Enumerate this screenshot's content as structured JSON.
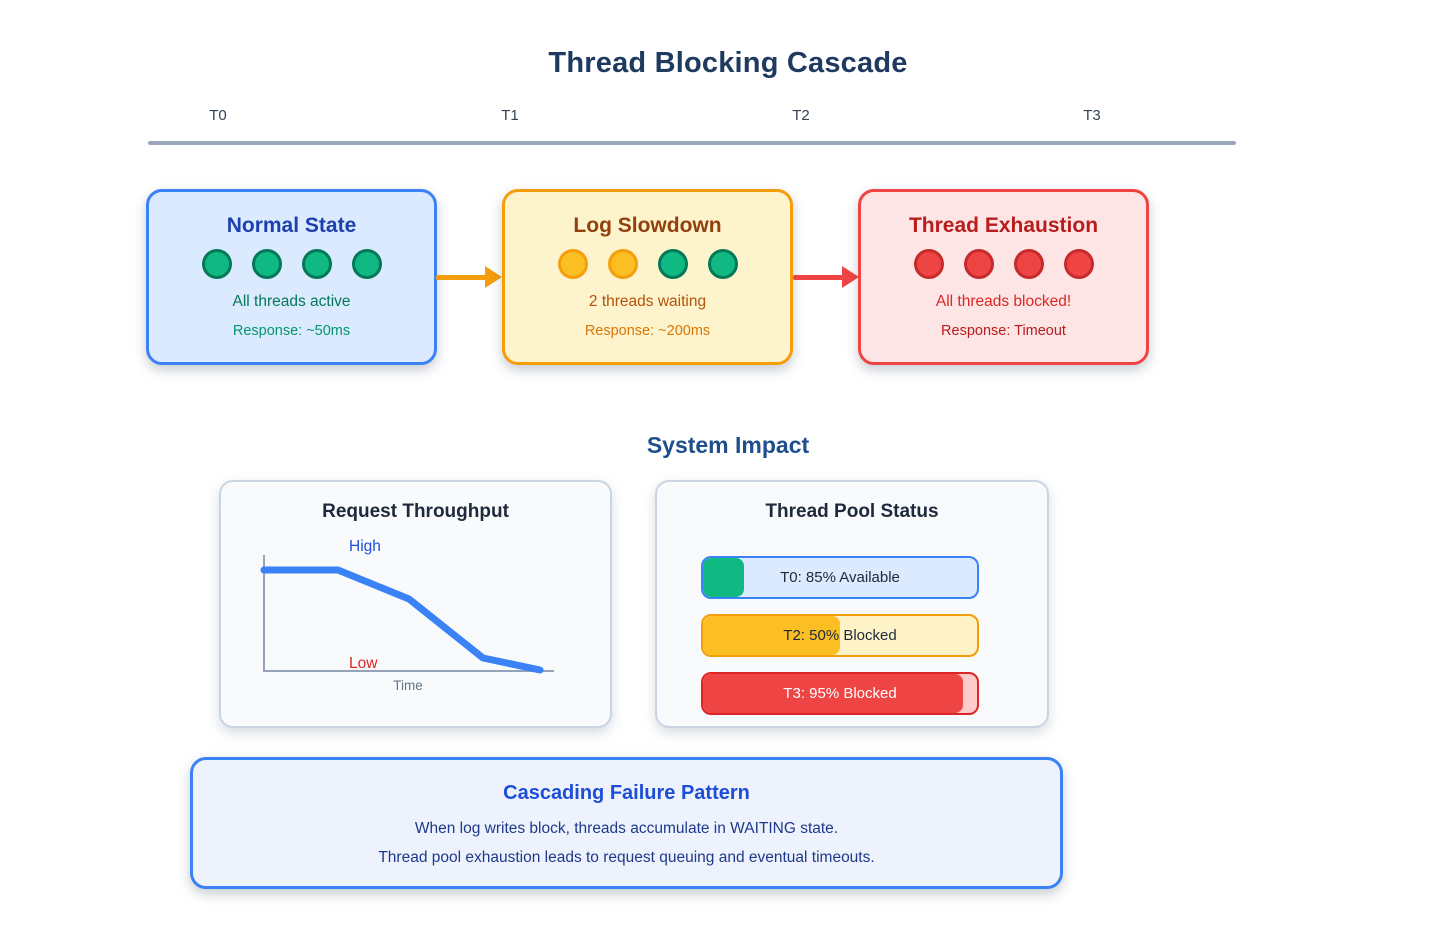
{
  "page": {
    "title": "Thread Blocking Cascade"
  },
  "timeline": {
    "labels": [
      "T0",
      "T1",
      "T2",
      "T3"
    ]
  },
  "stages": [
    {
      "title": "Normal State",
      "dots": [
        "green",
        "green",
        "green",
        "green"
      ],
      "line1": "All threads active",
      "line2": "Response: ~50ms"
    },
    {
      "title": "Log Slowdown",
      "dots": [
        "amber",
        "amber",
        "green",
        "green"
      ],
      "line1": "2 threads waiting",
      "line2": "Response: ~200ms"
    },
    {
      "title": "Thread Exhaustion",
      "dots": [
        "red",
        "red",
        "red",
        "red"
      ],
      "line1": "All threads blocked!",
      "line2": "Response: Timeout"
    }
  ],
  "system_impact": {
    "heading": "System Impact",
    "throughput": {
      "title": "Request Throughput",
      "high_label": "High",
      "low_label": "Low",
      "x_axis_label": "Time",
      "line_points": [
        [
          43,
          88
        ],
        [
          117,
          88
        ],
        [
          188,
          117
        ],
        [
          262,
          176
        ],
        [
          319,
          188
        ]
      ]
    },
    "thread_pool": {
      "title": "Thread Pool Status",
      "bars": [
        {
          "label": "T0: 85% Available",
          "fill_percent": 15,
          "status": "available"
        },
        {
          "label": "T2: 50% Blocked",
          "fill_percent": 50,
          "status": "warning"
        },
        {
          "label": "T3: 95% Blocked",
          "fill_percent": 95,
          "status": "critical"
        }
      ]
    }
  },
  "callout": {
    "title": "Cascading Failure Pattern",
    "line1": "When log writes block, threads accumulate in WAITING state.",
    "line2": "Thread pool exhaustion leads to request queuing and eventual timeouts."
  },
  "chart_data": [
    {
      "type": "line",
      "title": "Request Throughput",
      "xlabel": "Time",
      "ylabel": "",
      "y_axis_labels": [
        "High",
        "Low"
      ],
      "x_percent": [
        0,
        25.5,
        50,
        75.5,
        95
      ],
      "values_percent_of_high": [
        87,
        87,
        62,
        11,
        0
      ],
      "grid": false,
      "line_color": "#3b82f6"
    },
    {
      "type": "bar",
      "title": "Thread Pool Status",
      "categories": [
        "T0",
        "T2",
        "T3"
      ],
      "values": [
        15,
        50,
        95
      ],
      "bar_labels": [
        "T0: 85% Available",
        "T2: 50% Blocked",
        "T3: 95% Blocked"
      ],
      "xlim": [
        0,
        100
      ]
    }
  ],
  "colors": {
    "title_navy": "#1e3a5f",
    "impact_heading_blue": "#1e4e8c",
    "normal_bg": "#dbeafe",
    "normal_border": "#3b82f6",
    "normal_title": "#1e40af",
    "slowdown_bg": "#fdf3cc",
    "slowdown_border": "#f59e0b",
    "slowdown_title": "#92400e",
    "exhaustion_bg": "#fde5e5",
    "exhaustion_border": "#ef4444",
    "exhaustion_title": "#b91c1c",
    "dot_green": "#10b981",
    "dot_amber": "#fbbf24",
    "dot_red": "#ef4444",
    "arrow_orange": "#f59e0b",
    "arrow_red": "#ef4444",
    "chart_line_blue": "#3b82f6",
    "high_label_blue": "#1d4ed8",
    "low_label_red": "#dc2626",
    "bar_fill_green": "#10b981",
    "bar_fill_amber": "#fbbf24",
    "bar_fill_red": "#ef4444",
    "callout_bg": "#edf2fc",
    "callout_border": "#3b82f6",
    "callout_title": "#1d4ed8",
    "callout_text": "#1e3a8a"
  }
}
